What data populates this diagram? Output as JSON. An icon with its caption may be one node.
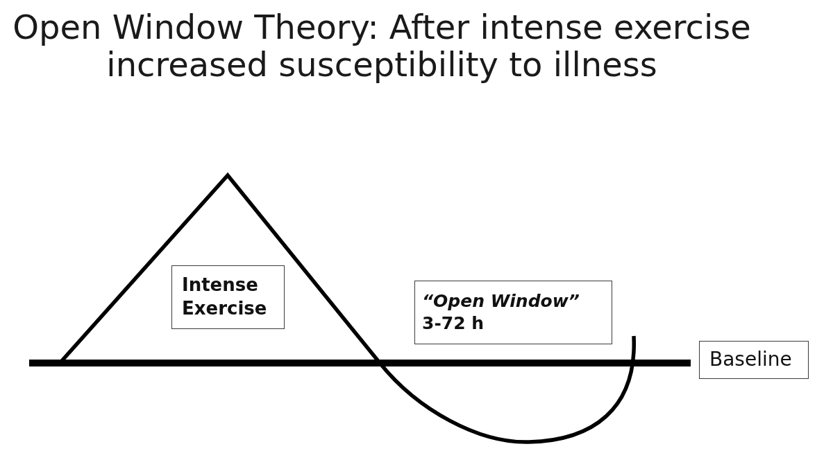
{
  "diagram": {
    "title": "Open Window Theory: After intense exercise increased susceptibility to illness",
    "nodes": [
      {
        "text": [
          "Intense Exercise"
        ]
      },
      {
        "text": [
          "“Open Window”",
          "3-72 h"
        ]
      },
      {
        "text": [
          "Baseline"
        ]
      }
    ]
  }
}
